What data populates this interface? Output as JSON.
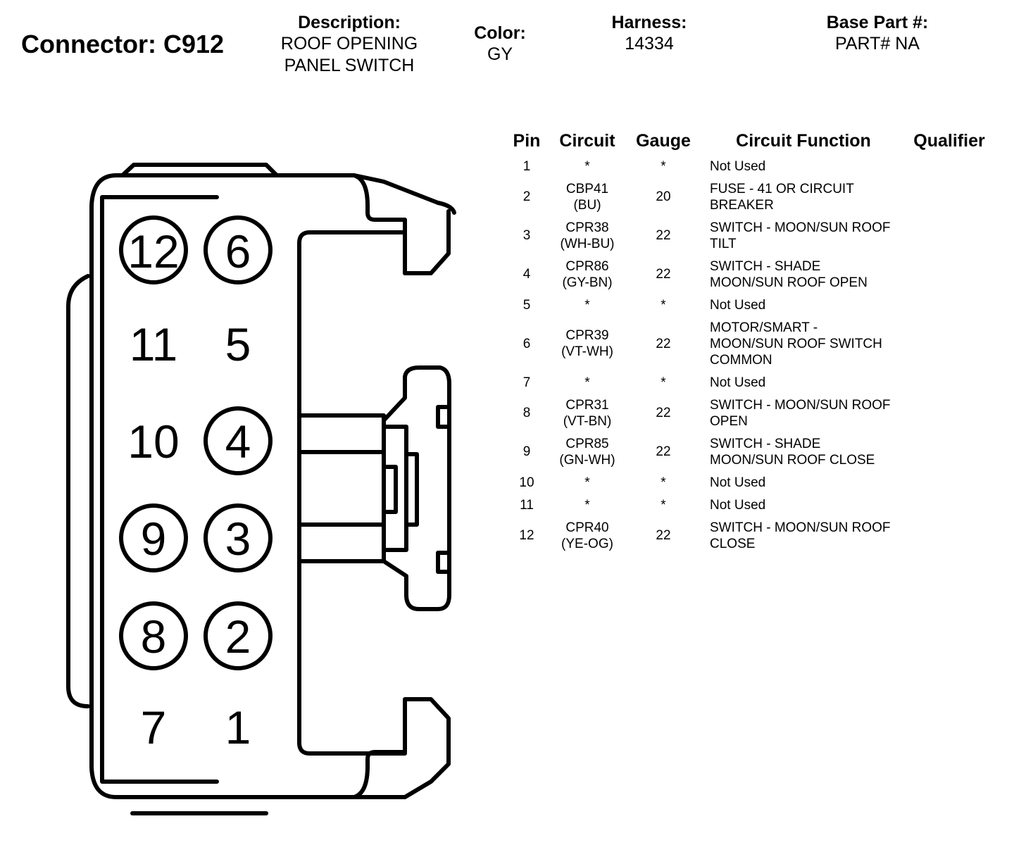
{
  "connector": {
    "label": "Connector: C912"
  },
  "header": {
    "description": {
      "label": "Description:",
      "value": "ROOF OPENING\nPANEL SWITCH"
    },
    "color": {
      "label": "Color:",
      "value": "GY"
    },
    "harness": {
      "label": "Harness:",
      "value": "14334"
    },
    "base_part": {
      "label": "Base Part #:",
      "value": "PART# NA"
    }
  },
  "diagram": {
    "pins": {
      "p12": "12",
      "p6": "6",
      "p11": "11",
      "p5": "5",
      "p10": "10",
      "p4": "4",
      "p9": "9",
      "p3": "3",
      "p8": "8",
      "p2": "2",
      "p7": "7",
      "p1": "1"
    }
  },
  "table": {
    "headers": {
      "pin": "Pin",
      "circuit": "Circuit",
      "gauge": "Gauge",
      "function": "Circuit Function",
      "qualifier": "Qualifier"
    },
    "rows": [
      {
        "pin": "1",
        "circuit": [
          "*"
        ],
        "gauge": "*",
        "function": [
          "Not Used"
        ]
      },
      {
        "pin": "2",
        "circuit": [
          "CBP41",
          "(BU)"
        ],
        "gauge": "20",
        "function": [
          "FUSE - 41 OR CIRCUIT",
          "BREAKER"
        ]
      },
      {
        "pin": "3",
        "circuit": [
          "CPR38",
          "(WH-BU)"
        ],
        "gauge": "22",
        "function": [
          "SWITCH - MOON/SUN ROOF",
          "TILT"
        ]
      },
      {
        "pin": "4",
        "circuit": [
          "CPR86",
          "(GY-BN)"
        ],
        "gauge": "22",
        "function": [
          "SWITCH - SHADE",
          "MOON/SUN ROOF OPEN"
        ]
      },
      {
        "pin": "5",
        "circuit": [
          "*"
        ],
        "gauge": "*",
        "function": [
          "Not Used"
        ]
      },
      {
        "pin": "6",
        "circuit": [
          "CPR39",
          "(VT-WH)"
        ],
        "gauge": "22",
        "function": [
          "MOTOR/SMART -",
          "MOON/SUN ROOF SWITCH",
          "COMMON"
        ]
      },
      {
        "pin": "7",
        "circuit": [
          "*"
        ],
        "gauge": "*",
        "function": [
          "Not Used"
        ]
      },
      {
        "pin": "8",
        "circuit": [
          "CPR31",
          "(VT-BN)"
        ],
        "gauge": "22",
        "function": [
          "SWITCH - MOON/SUN ROOF",
          "OPEN"
        ]
      },
      {
        "pin": "9",
        "circuit": [
          "CPR85",
          "(GN-WH)"
        ],
        "gauge": "22",
        "function": [
          "SWITCH - SHADE",
          "MOON/SUN ROOF CLOSE"
        ]
      },
      {
        "pin": "10",
        "circuit": [
          "*"
        ],
        "gauge": "*",
        "function": [
          "Not Used"
        ]
      },
      {
        "pin": "11",
        "circuit": [
          "*"
        ],
        "gauge": "*",
        "function": [
          "Not Used"
        ]
      },
      {
        "pin": "12",
        "circuit": [
          "CPR40",
          "(YE-OG)"
        ],
        "gauge": "22",
        "function": [
          "SWITCH - MOON/SUN ROOF",
          "CLOSE"
        ]
      }
    ]
  }
}
